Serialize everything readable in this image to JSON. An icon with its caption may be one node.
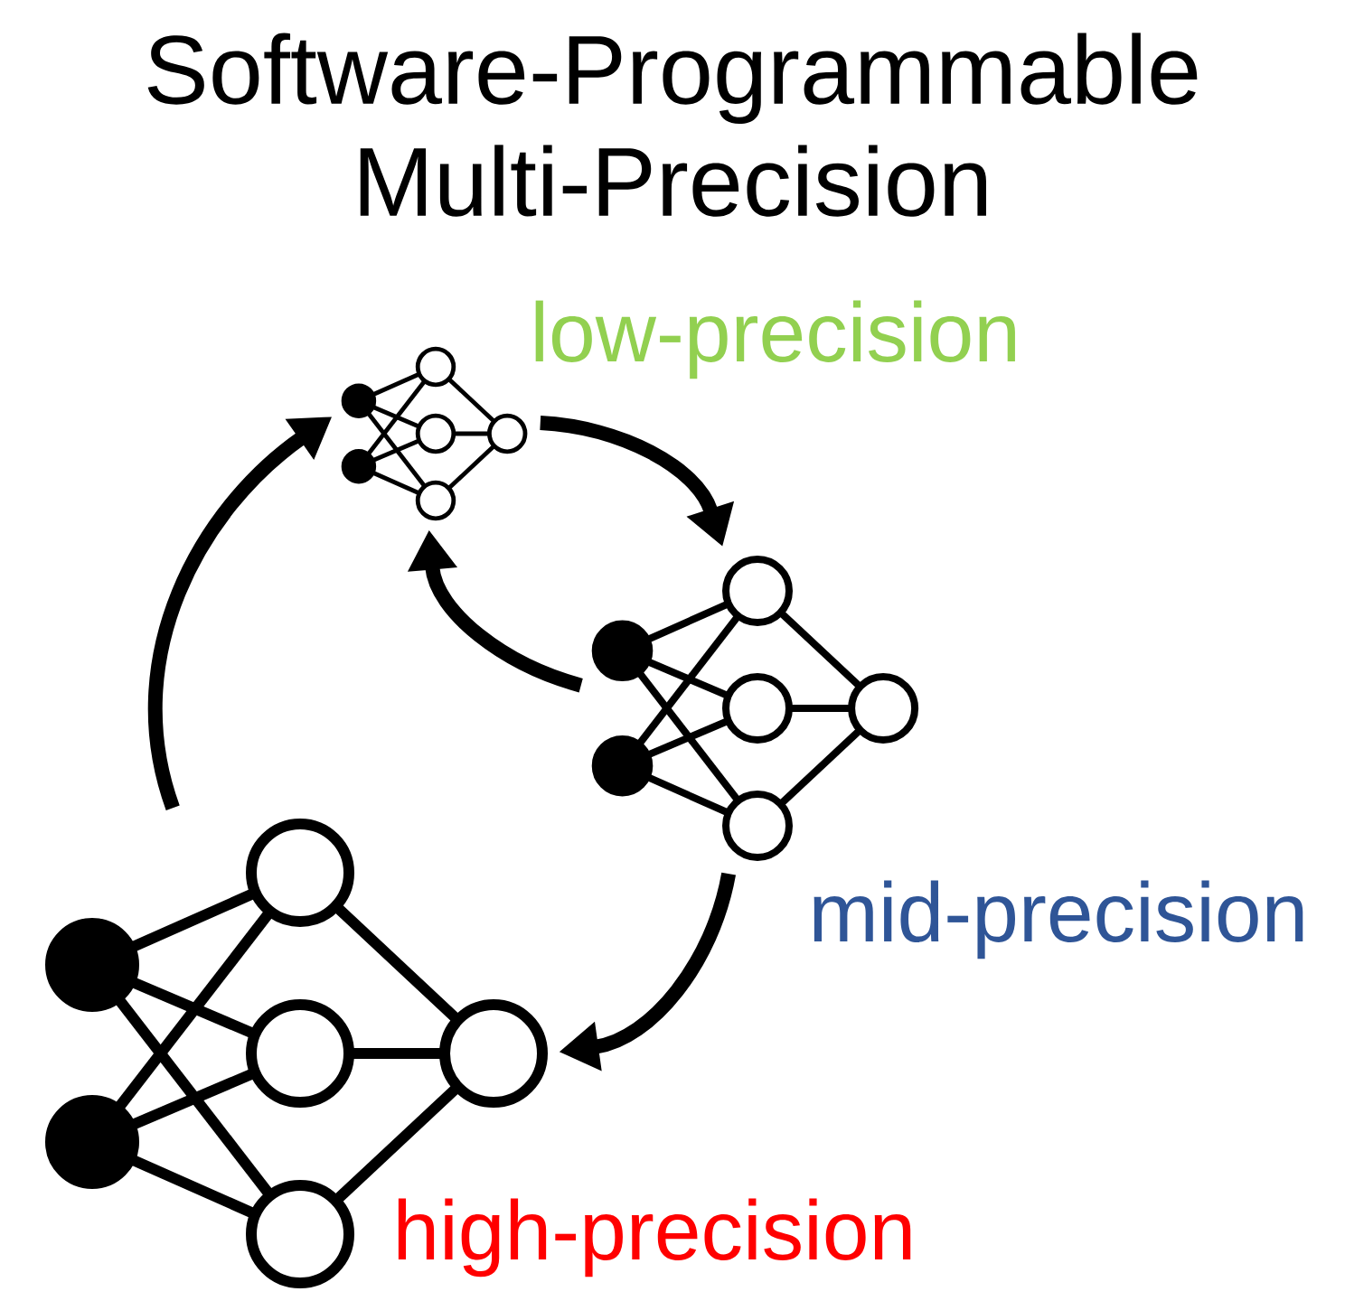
{
  "diagram": {
    "title": "Software-Programmable Multi-Precision",
    "nodes": [
      {
        "text": [],
        "shape": "picture",
        "beside": [
          "low-precision"
        ]
      },
      {
        "text": [],
        "shape": "picture",
        "beside": [
          "mid-precision"
        ]
      },
      {
        "text": [],
        "shape": "picture",
        "beside": [
          "high-precision"
        ]
      }
    ],
    "edges": [
      {
        "from": 2,
        "to": 0,
        "arrow": "to"
      },
      {
        "from": 0,
        "to": 1,
        "arrow": "to"
      },
      {
        "from": 1,
        "to": 0,
        "arrow": "to"
      },
      {
        "from": 1,
        "to": 2,
        "arrow": "to"
      }
    ]
  }
}
